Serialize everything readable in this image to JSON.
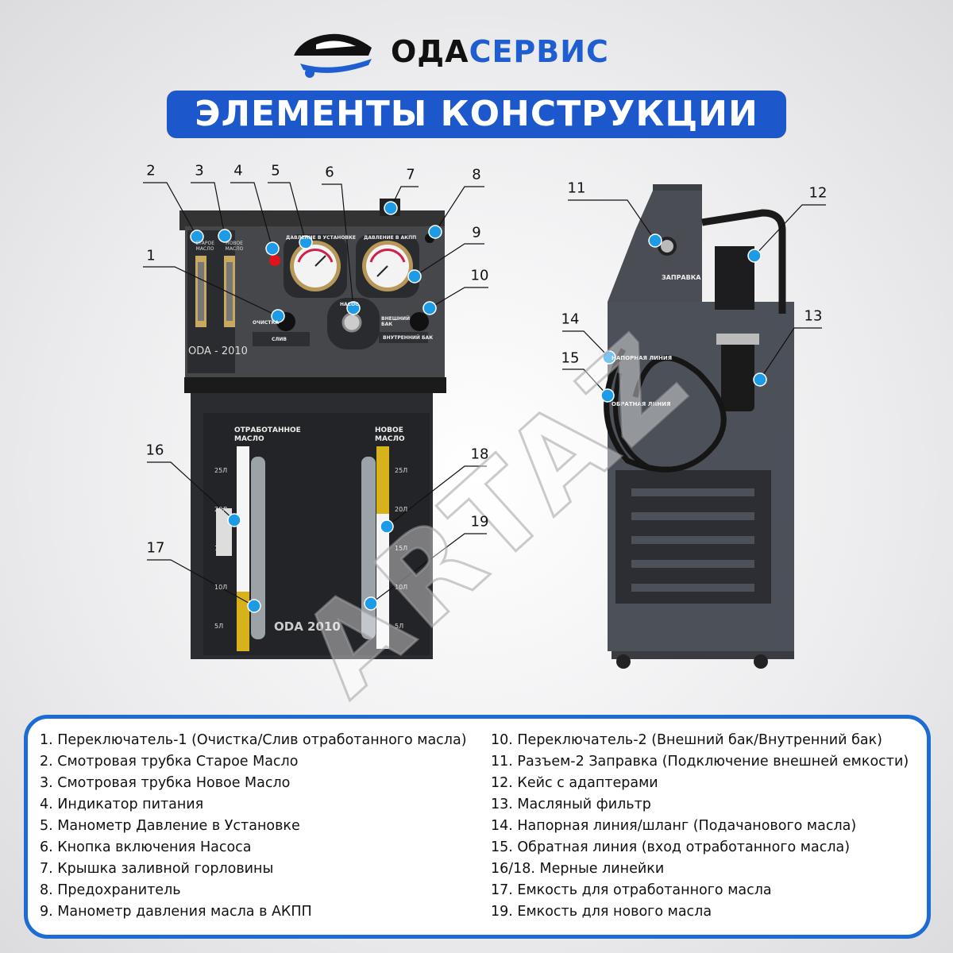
{
  "logo": {
    "part1": "ОДА",
    "part2": "СЕРВИС"
  },
  "title": "ЭЛЕМЕНТЫ КОНСТРУКЦИИ",
  "panel": {
    "old_oil": "СТАРОЕ МАСЛО",
    "new_oil": "НОВОЕ МАСЛО",
    "pressure_unit": "ДАВЛЕНИЕ В УСТАНОВКЕ",
    "pressure_akpp": "ДАВЛЕНИЕ В АКПП",
    "cleaning": "ОЧИСТКА",
    "drain": "СЛИВ",
    "pump": "НАСОС",
    "external_tank": "ВНЕШНИЙ БАК",
    "internal_tank": "ВНУТРЕННИЙ БАК",
    "model": "ODA - 2010"
  },
  "cabinet": {
    "used_oil": "ОТРАБОТАННОЕ МАСЛО",
    "new_oil": "НОВОЕ МАСЛО",
    "model": "ODA 2010",
    "scale": [
      "25Л",
      "20Л",
      "15Л",
      "10Л",
      "5Л"
    ]
  },
  "side": {
    "fill": "ЗАПРАВКА",
    "pressure_line": "НАПОРНАЯ ЛИНИЯ",
    "return_line": "ОБРАТНАЯ ЛИНИЯ"
  },
  "watermark": "ARTAZ",
  "callouts": [
    "1",
    "2",
    "3",
    "4",
    "5",
    "6",
    "7",
    "8",
    "9",
    "10",
    "11",
    "12",
    "13",
    "14",
    "15",
    "16",
    "17",
    "18",
    "19"
  ],
  "legend": {
    "left": [
      "1. Переключатель-1 (Очистка/Слив отработанного масла)",
      "2. Смотровая трубка Старое Масло",
      "3. Смотровая трубка Новое Масло",
      "4. Индикатор питания",
      "5. Манометр Давление в Установке",
      "6. Кнопка включения Насоса",
      "7. Крышка заливной горловины",
      "8. Предохранитель",
      "9. Манометр давления масла в АКПП"
    ],
    "right": [
      "10. Переключатель-2 (Внешний бак/Внутренний бак)",
      "11. Разъем-2 Заправка (Подключение внешней емкости)",
      "12. Кейс с адаптерами",
      "13. Масляный фильтр",
      "14. Напорная линия/шланг (Подачанового масла)",
      "15. Обратная линия (вход отработанного масла)",
      "16/18. Мерные линейки",
      "17. Емкость для отработанного масла",
      "19. Емкость для нового масла"
    ]
  },
  "colors": {
    "accent": "#1c58cc",
    "dot": "#1e9be6",
    "panel": "#3a3c40"
  }
}
